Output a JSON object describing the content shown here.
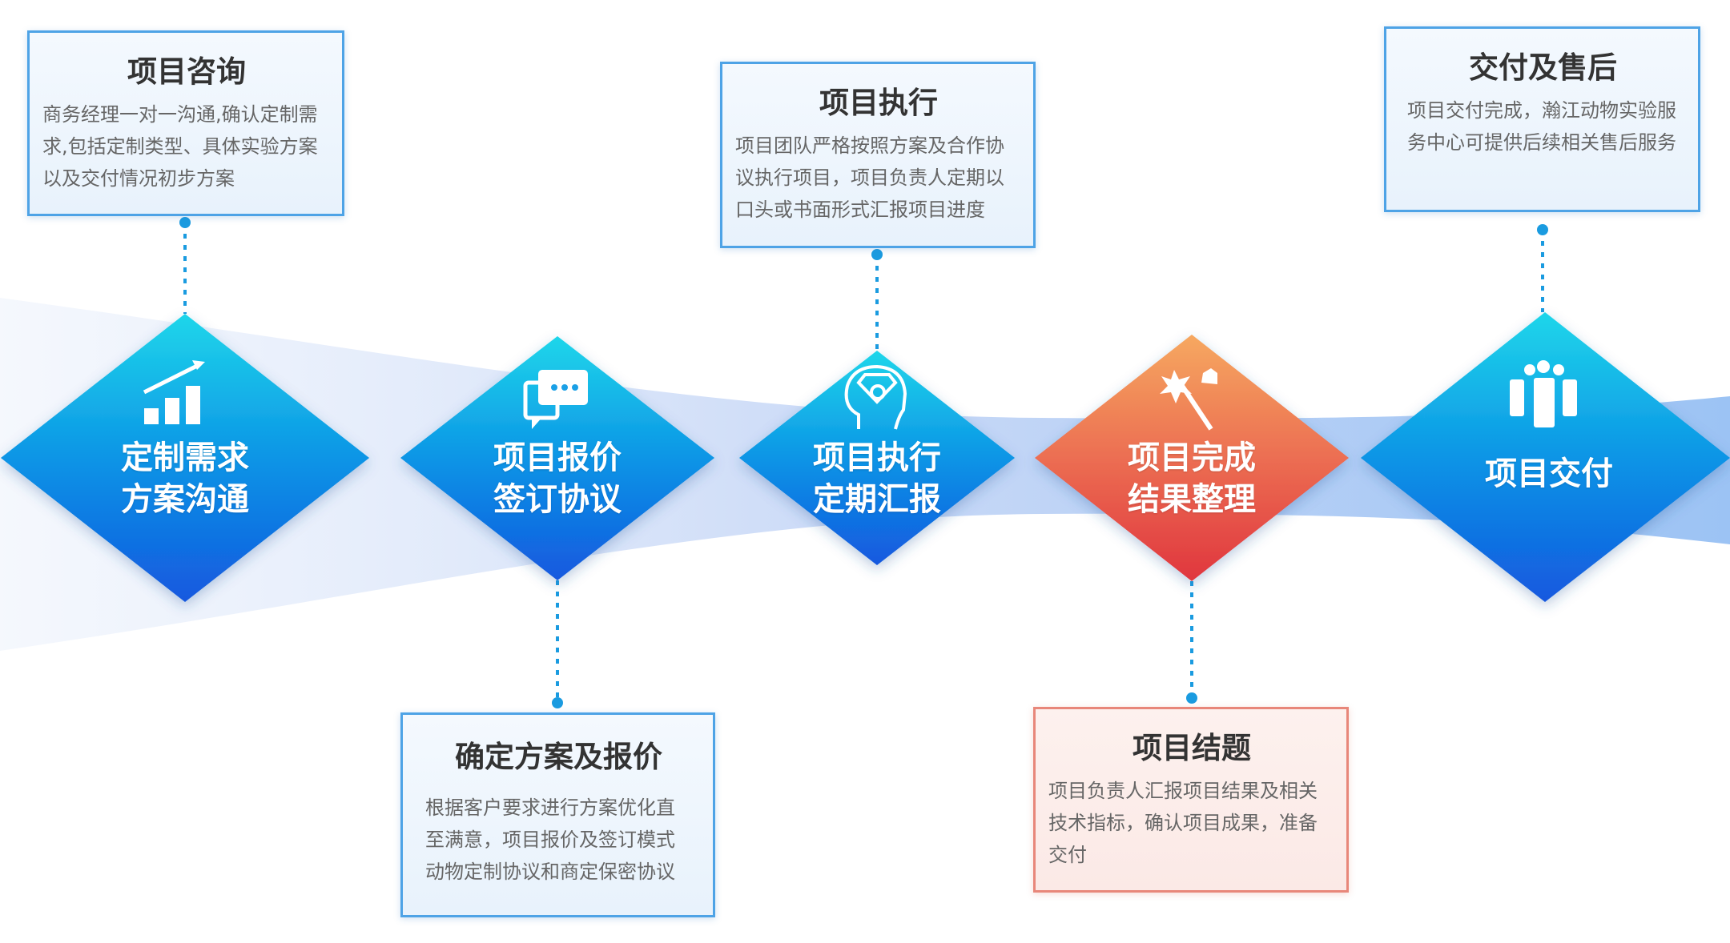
{
  "colors": {
    "blue_top": "#1fd0ea",
    "blue_bottom": "#1560e0",
    "orange_top": "#f5a05c",
    "orange_bottom": "#e23e3e",
    "band": "#c7d8f6",
    "connector": "#1a9be0"
  },
  "steps": [
    {
      "label_line1": "定制需求",
      "label_line2": "方案沟通",
      "icon": "bar-chart-growth-icon"
    },
    {
      "label_line1": "项目报价",
      "label_line2": "签订协议",
      "icon": "chat-bubbles-icon"
    },
    {
      "label_line1": "项目执行",
      "label_line2": "定期汇报",
      "icon": "head-diamond-icon"
    },
    {
      "label_line1": "项目完成",
      "label_line2": "结果整理",
      "icon": "magic-wand-icon"
    },
    {
      "label_line1": "项目交付",
      "icon": "team-people-icon"
    }
  ],
  "boxes": [
    {
      "title": "项目咨询",
      "text": "商务经理一对一沟通,确认定制需求,包括定制类型、具体实验方案以及交付情况初步方案"
    },
    {
      "title": "确定方案及报价",
      "text": "根据客户要求进行方案优化直至满意，项目报价及签订模式动物定制协议和商定保密协议"
    },
    {
      "title": "项目执行",
      "text": "项目团队严格按照方案及合作协议执行项目，项目负责人定期以口头或书面形式汇报项目进度"
    },
    {
      "title": "项目结题",
      "text": "项目负责人汇报项目结果及相关技术指标，确认项目成果，准备交付"
    },
    {
      "title": "交付及售后",
      "text": "项目交付完成，瀚江动物实验服务中心可提供后续相关售后服务"
    }
  ]
}
